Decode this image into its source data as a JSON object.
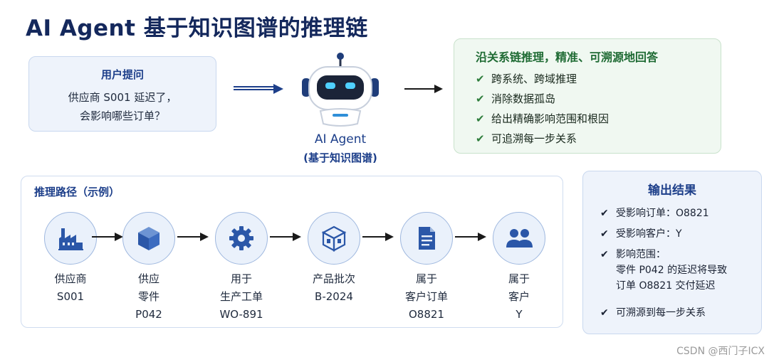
{
  "title": "AI Agent 基于知识图谱的推理链",
  "question": {
    "title": "用户提问",
    "line1": "供应商 S001 延迟了，",
    "line2": "会影响哪些订单？"
  },
  "agent": {
    "name": "AI Agent",
    "subtitle": "(基于知识图谱)",
    "icon": "robot-icon"
  },
  "benefits": {
    "title": "沿关系链推理，精准、可溯源地回答",
    "items": [
      "跨系统、跨域推理",
      "消除数据孤岛",
      "给出精确影响范围和根因",
      "可追溯每一步关系"
    ]
  },
  "path": {
    "title": "推理路径（示例）",
    "nodes": [
      {
        "icon": "factory-icon",
        "line1": "供应商",
        "line2": "S001",
        "line3": ""
      },
      {
        "icon": "cube-icon",
        "line1": "供应",
        "line2": "零件",
        "line3": "P042"
      },
      {
        "icon": "gear-icon",
        "line1": "用于",
        "line2": "生产工单",
        "line3": "WO-891"
      },
      {
        "icon": "package-icon",
        "line1": "产品批次",
        "line2": "B-2024",
        "line3": ""
      },
      {
        "icon": "document-icon",
        "line1": "属于",
        "line2": "客户订单",
        "line3": "O8821"
      },
      {
        "icon": "people-icon",
        "line1": "属于",
        "line2": "客户",
        "line3": "Y"
      }
    ]
  },
  "results": {
    "title": "输出结果",
    "item1": "受影响订单：O8821",
    "item2": "受影响客户：Y",
    "item3_line1": "影响范围：",
    "item3_line2": "零件 P042 的延迟将导致",
    "item3_line3": "订单 O8821 交付延迟",
    "item4": "可溯源到每一步关系"
  },
  "watermark": "CSDN @西门子ICX",
  "colors": {
    "title": "#14285c",
    "accent_blue": "#1d3f8a",
    "accent_green": "#1f6b34",
    "panel_blue": "#eef3fb",
    "panel_green": "#f0f8f1"
  }
}
